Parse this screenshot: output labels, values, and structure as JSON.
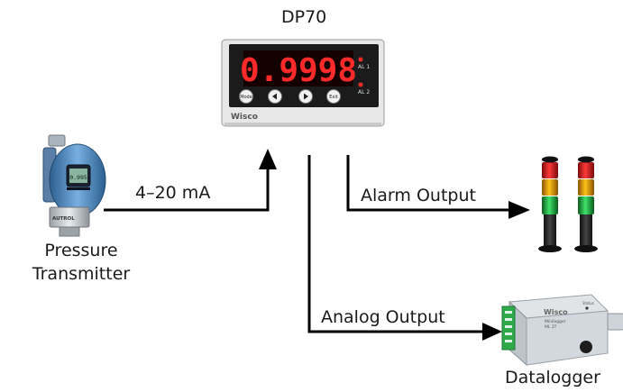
{
  "labels": {
    "device_title": "DP70",
    "signal": "4–20 mA",
    "transmitter_line1": "Pressure",
    "transmitter_line2": "Transmitter",
    "alarm_output": "Alarm Output",
    "analog_output": "Analog Output",
    "datalogger": "Datalogger"
  },
  "meter": {
    "display_value": "0.9998",
    "led_al1": "AL 1",
    "led_al2": "AL 2",
    "btn_mode": "Mode",
    "btn_exit": "Exit",
    "brand": "Wisco",
    "display_color": "#ff2b2b"
  },
  "transmitter": {
    "lcd_value": "0.995",
    "brand": "AUTROL"
  },
  "logger": {
    "brand": "Wisco",
    "model_line1": "Minilogger",
    "model_line2": "ML 2T",
    "status_label": "Status"
  },
  "colors": {
    "line": "#000000",
    "tower_red": "#e02020",
    "tower_amber": "#f0a000",
    "tower_green": "#1fae3b",
    "logger_terminal": "#2fa84a"
  }
}
